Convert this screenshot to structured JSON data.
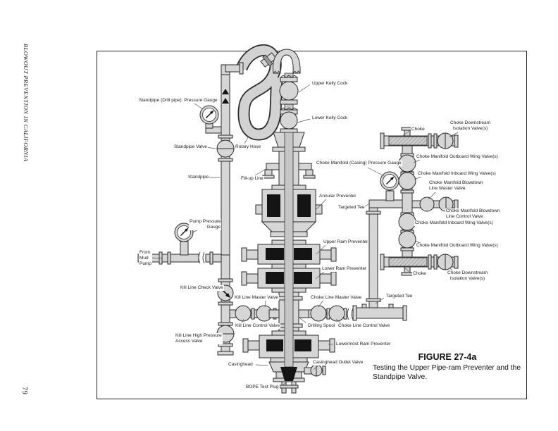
{
  "page": {
    "margin_title": "BLOWOUT PREVENTION IN CALIFORNIA",
    "page_number": "79"
  },
  "figure": {
    "title": "FIGURE 27-4a",
    "caption": "Testing the Upper Pipe-ram Preventer and the\nStandpipe Valve."
  },
  "diagram_labels": {
    "standpipe_pg": "Standpipe (Drill pipe)  Pressure Gauge",
    "upper_kelly": "Upper Kelly Cock",
    "lower_kelly": "Lower Kelly Cock",
    "standpipe_valve": "Standpipe Valve",
    "rotary_hose": "Rotary Hose",
    "standpipe": "Standpipe",
    "fill_up_line": "Fill-up Line",
    "cm_pressure_gauge": "Choke Manifold (Casing) Pressure Gauge",
    "annular": "Annular Preventer",
    "targeted_tee_top": "Targeted Tee",
    "choke_top": "Choke",
    "cd_iso_top": "Choke Downstream\nIsolation Valve(s)",
    "cm_outboard_top": "Choke Manifold Outboard Wing Valve(s)",
    "cm_inboard_top": "Choke Manifold Inboard Wing Valve(s)",
    "bd_master": "Choke Manifold Blowdown\nLine Master Valve",
    "bd_control": "Choke Manifold Blowdown\nLine Control Valve",
    "cm_inboard_bot": "Choke Manifold Inboard Wing Valve(s)",
    "cm_outboard_bot": "Choke Manifold Outboard Wing Valve(s)",
    "choke_bot": "Choke",
    "cd_iso_bot": "Choke Downstream\nIsolation Valve(s)",
    "pump_pg": "Pump Pressure\nGauge",
    "from_mud_pump": "From\nMud\nPump",
    "upper_ram": "Upper Ram Preventer",
    "lower_ram": "Lower Ram Preventer",
    "kill_check": "Kill Line Check Valve",
    "kill_master": "Kill Line Master Valve",
    "choke_master": "Choke Line Master Valve",
    "targeted_tee_bot": "Targeted Tee",
    "kill_control": "Kill Line Control Valve",
    "drilling_spool": "Drilling Spool",
    "choke_control": "Choke Line Control Valve",
    "kill_hp_access": "Kill Line High Pressure\nAccess Valve",
    "lowermost_ram": "Lowermost Ram Preventer",
    "casinghead": "Casinghead",
    "casinghead_outlet": "Casinghead Outlet Valve",
    "bope_test_plug": "BOPE Test Plug"
  },
  "colors": {
    "pipe_fill": "#d6d6d6",
    "pipe_outline": "#2b2b2b",
    "ram_black": "#141414",
    "paper": "#ffffff",
    "frame": "#222222"
  }
}
